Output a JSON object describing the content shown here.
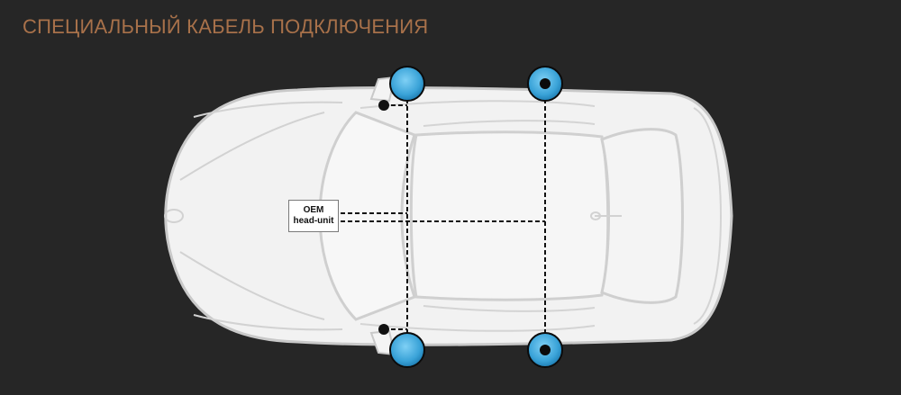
{
  "title": "СПЕЦИАЛЬНЫЙ КАБЕЛЬ ПОДКЛЮЧЕНИЯ",
  "head_unit": {
    "line1": "OEM",
    "line2": "head-unit"
  },
  "colors": {
    "background": "#262626",
    "title": "#a8714a",
    "car_body": "#f2f2f2",
    "car_outline": "#c9c9c9",
    "speaker_fill": "#3aa3d8",
    "speaker_edge": "#0b0b0b",
    "wire": "#111111"
  },
  "speakers": [
    {
      "name": "front-left-speaker",
      "type": "plain"
    },
    {
      "name": "rear-left-speaker",
      "type": "with-dot"
    },
    {
      "name": "front-right-speaker",
      "type": "plain"
    },
    {
      "name": "rear-right-speaker",
      "type": "with-dot"
    }
  ]
}
